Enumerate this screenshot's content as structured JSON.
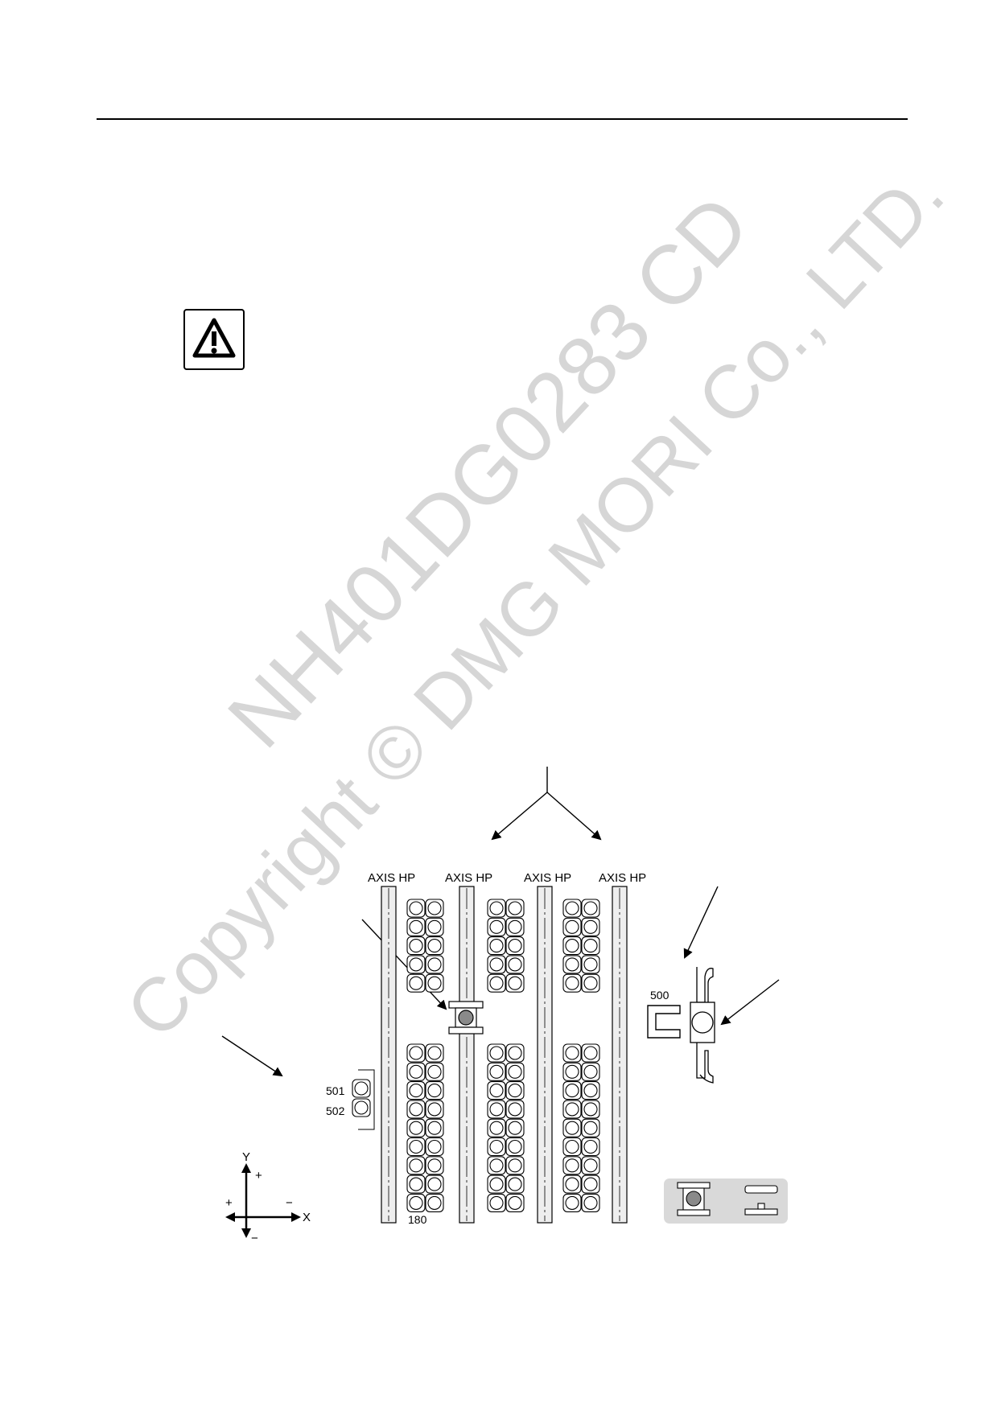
{
  "watermark": {
    "line1": "NH401DG0283 CD",
    "line2": "Copyright © DMG MORI Co., LTD."
  },
  "icons": {
    "warning": "warning-triangle-icon"
  },
  "diagram": {
    "axis_labels": [
      "AXIS HP",
      "AXIS HP",
      "AXIS HP",
      "AXIS HP"
    ],
    "station_500": "500",
    "station_501": "501",
    "station_502": "502",
    "pot_180": "180",
    "coord": {
      "x_label": "X",
      "y_label": "Y",
      "plus": "+",
      "minus": "−"
    }
  }
}
